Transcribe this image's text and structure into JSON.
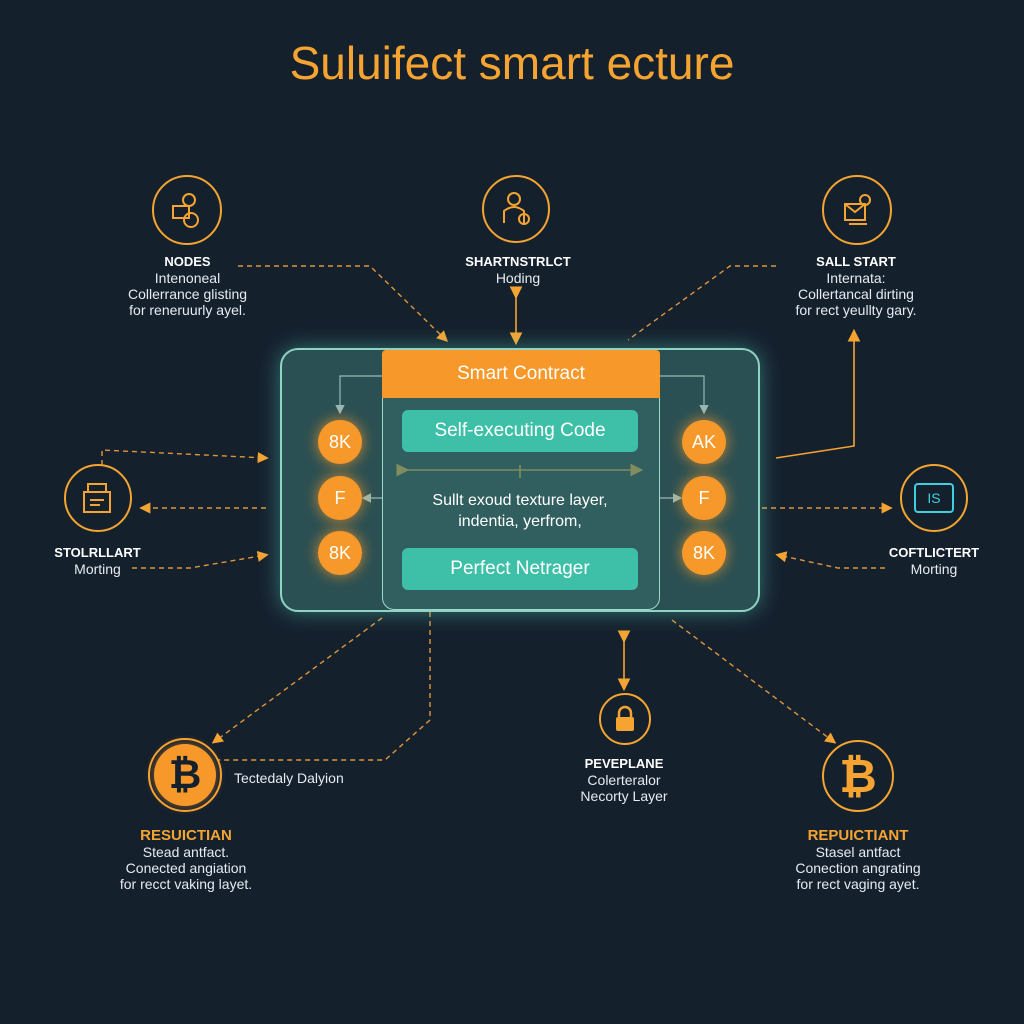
{
  "title": "Suluifect smart ecture",
  "colors": {
    "background": "#15202d",
    "accent": "#f5a431",
    "teal": "#3dbfa8"
  },
  "contract": {
    "header": "Smart Contract",
    "button_top": "Self-executing Code",
    "description": "Sullt exoud texture layer, indentia, yerfrom,",
    "button_bottom": "Perfect Netrager",
    "left_nodes": [
      "8K",
      "F",
      "8K"
    ],
    "right_nodes": [
      "AK",
      "F",
      "8K"
    ]
  },
  "nodes": {
    "top_left": {
      "heading": "NODES",
      "lines": [
        "Intenoneal",
        "Collerrance glisting",
        "for reneruurly ayel."
      ],
      "icon": "person-box-icon"
    },
    "top_center": {
      "heading": "SHARTNSTRLCT",
      "lines": [
        "Hoding"
      ],
      "icon": "person-clock-icon"
    },
    "top_right": {
      "heading": "SALL START",
      "lines": [
        "Internata:",
        "Collertancal dirting",
        "for rect yeullty gary."
      ],
      "icon": "document-gear-icon"
    },
    "mid_left": {
      "heading": "STOLRLLART",
      "lines": [
        "Morting"
      ],
      "icon": "document-icon"
    },
    "mid_right": {
      "heading": "COFTLICTERT",
      "lines": [
        "Morting"
      ],
      "icon": "bag-icon",
      "badge": "IS"
    },
    "bottom_left": {
      "heading": "RESUICTIAN",
      "lines": [
        "Stead antfact.",
        "Conected angiation",
        "for recct vaking layet."
      ],
      "icon": "bitcoin-icon",
      "side_label": "Tectedaly Dalyion"
    },
    "bottom_center": {
      "heading": "PEVEPLANE",
      "lines": [
        "Colerteralor",
        "Necorty Layer"
      ],
      "icon": "lock-icon"
    },
    "bottom_right": {
      "heading": "REPUICTIANT",
      "lines": [
        "Stasel antfact",
        "Conection angrating",
        "for rect vaging ayet."
      ],
      "icon": "bitcoin-icon"
    }
  }
}
